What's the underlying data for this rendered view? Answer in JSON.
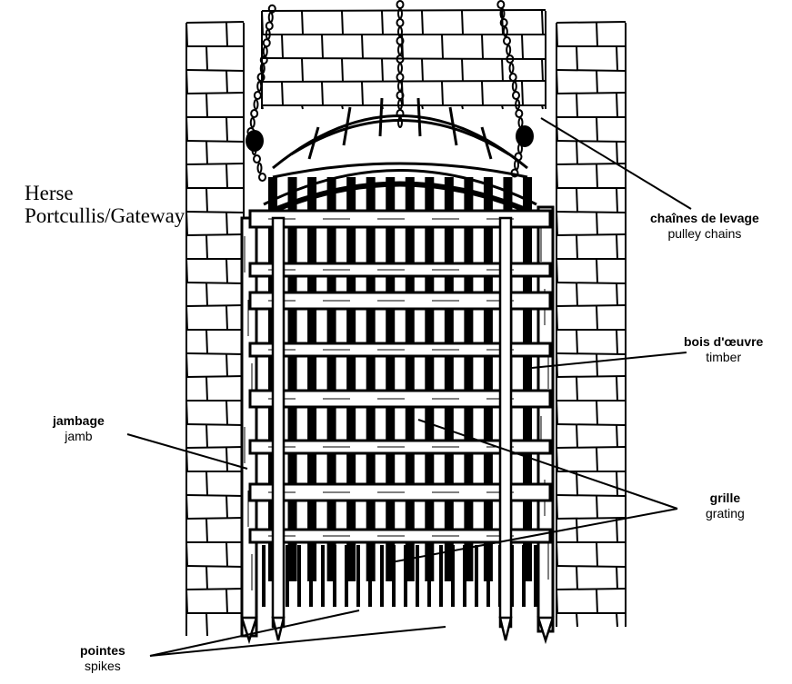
{
  "title": {
    "line1": "Herse",
    "line2": "Portcullis/Gateway"
  },
  "labels": {
    "chains": {
      "fr": "chaînes de levage",
      "en": "pulley chains"
    },
    "timber": {
      "fr": "bois d'œuvre",
      "en": "timber"
    },
    "jamb": {
      "fr": "jambage",
      "en": "jamb"
    },
    "grating": {
      "fr": "grille",
      "en": "grating"
    },
    "spikes": {
      "fr": "pointes",
      "en": "spikes"
    }
  },
  "colors": {
    "ink": "#000000",
    "paper": "#ffffff"
  }
}
